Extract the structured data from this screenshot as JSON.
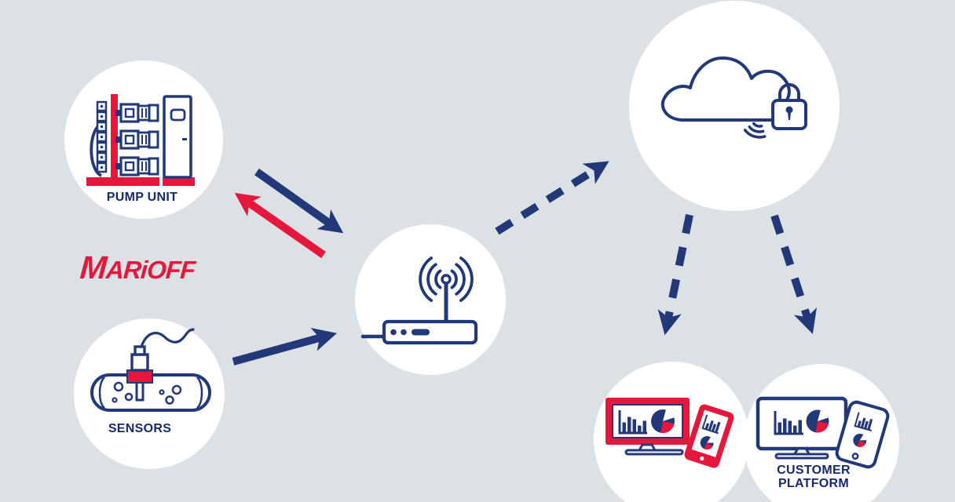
{
  "canvas": {
    "background": "#dbe1e5"
  },
  "colors": {
    "navy": "#223879",
    "red": "#e5173c",
    "text_navy": "#17296b",
    "node_fill": "#ffffff"
  },
  "logo": {
    "text": "MARiOFF"
  },
  "nodes": {
    "pump_unit": {
      "label": "PUMP UNIT",
      "icon": "pump-unit-icon"
    },
    "sensors": {
      "label": "SENSORS",
      "icon": "pipe-sensor-icon"
    },
    "gateway": {
      "label": "",
      "icon": "wireless-router-icon"
    },
    "secure_cloud": {
      "label": "",
      "icon": "cloud-lock-icon"
    },
    "operator_dashboard": {
      "label": "",
      "icon": "monitor-tablet-red-icon"
    },
    "customer_platform": {
      "label": "CUSTOMER PLATFORM",
      "icon": "monitor-tablet-navy-icon"
    }
  },
  "connections": [
    {
      "from": "pump_unit",
      "to": "gateway",
      "line": "solid",
      "color": "navy"
    },
    {
      "from": "gateway",
      "to": "pump_unit",
      "line": "solid",
      "color": "red"
    },
    {
      "from": "sensors",
      "to": "gateway",
      "line": "solid",
      "color": "navy"
    },
    {
      "from": "gateway",
      "to": "secure_cloud",
      "line": "dashed",
      "color": "navy"
    },
    {
      "from": "secure_cloud",
      "to": "operator_dashboard",
      "line": "dashed",
      "color": "navy"
    },
    {
      "from": "secure_cloud",
      "to": "customer_platform",
      "line": "dashed",
      "color": "navy"
    }
  ]
}
